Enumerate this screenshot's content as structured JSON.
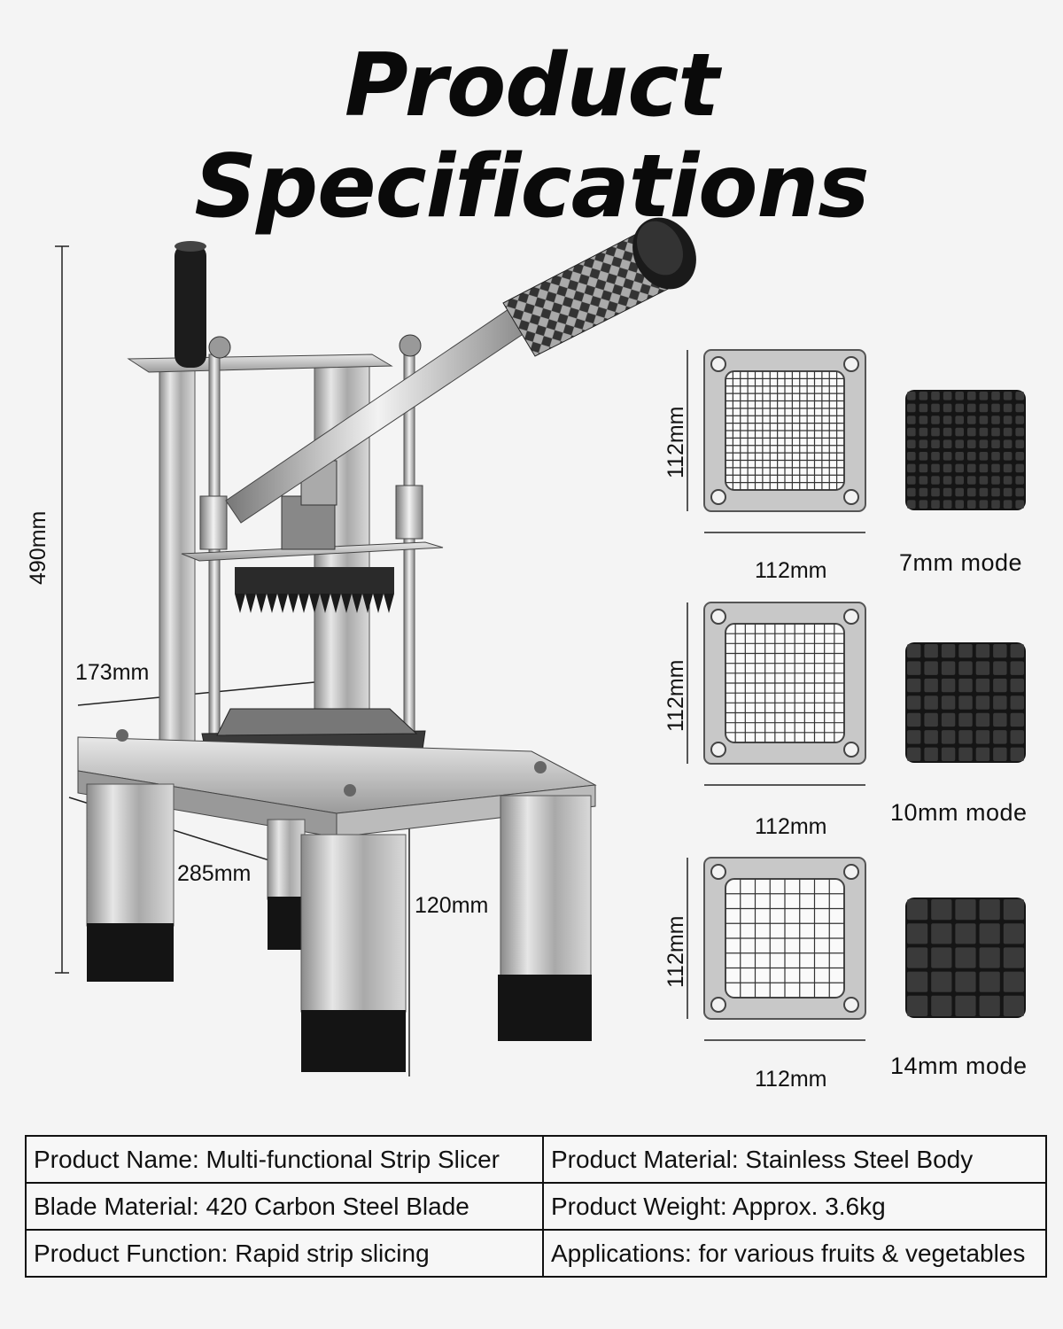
{
  "title": "Product Specifications",
  "dimensions": {
    "height": "490mm",
    "depth": "173mm",
    "width": "285mm",
    "leg_height": "120mm"
  },
  "blade_grids": [
    {
      "height": "112mm",
      "width": "112mm",
      "mode": "7mm  mode"
    },
    {
      "height": "112mm",
      "width": "112mm",
      "mode": "10mm  mode"
    },
    {
      "height": "112mm",
      "width": "112mm",
      "mode": "14mm  mode"
    }
  ],
  "specs": [
    [
      "Product Name: Multi-functional Strip Slicer",
      "Product Material: Stainless Steel Body"
    ],
    [
      "Blade Material: 420 Carbon Steel Blade",
      "Product Weight: Approx. 3.6kg"
    ],
    [
      "Product Function: Rapid strip slicing",
      "Applications: for various fruits & vegetables"
    ]
  ],
  "colors": {
    "steel": "#b8b8b8",
    "dark": "#1a1a1a",
    "background": "#f4f4f4"
  }
}
